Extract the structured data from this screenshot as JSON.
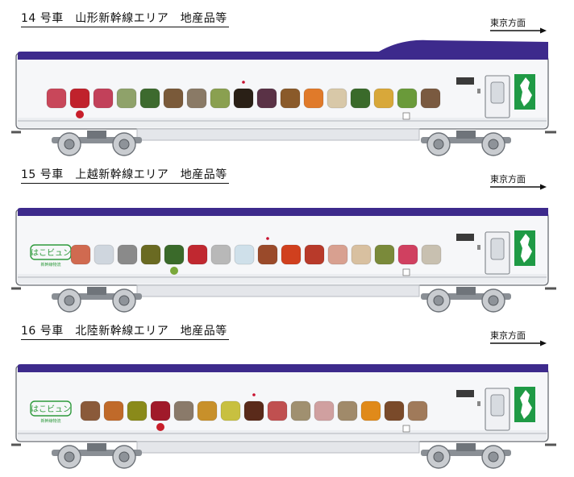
{
  "cars": [
    {
      "title": "14 号車　山形新幹線エリア　地産品等",
      "direction": "東京方面",
      "has_logo": false,
      "has_fruit": true,
      "tiles": [
        "#c8475a",
        "#c0222c",
        "#c2415a",
        "#8fa26a",
        "#3d6a2e",
        "#7a5a3a",
        "#8a7a66",
        "#8aa050",
        "#2a2016",
        "#5a3246",
        "#8a5a2a",
        "#e07a2a",
        "#d8c8a8",
        "#3a6a2a",
        "#d8a83a",
        "#6a9a3a",
        "#7a5a40"
      ]
    },
    {
      "title": "15 号車　上越新幹線エリア　地産品等",
      "direction": "東京方面",
      "has_logo": true,
      "logo_text": "はこビュン",
      "logo_sub": "新幹線物流",
      "has_fruit": true,
      "tiles": [
        "#d06a50",
        "#cfd6de",
        "#8a8a8a",
        "#6a6a22",
        "#3a6a2a",
        "#c02830",
        "#b8b8b8",
        "#cfe0ea",
        "#9a4a2a",
        "#d0401e",
        "#b83a2a",
        "#d8a090",
        "#d8c0a0",
        "#7a8a3a",
        "#d04060",
        "#c8c0b0"
      ]
    },
    {
      "title": "16 号車　北陸新幹線エリア　地産品等",
      "direction": "東京方面",
      "has_logo": true,
      "logo_text": "はこビュン",
      "logo_sub": "新幹線物流",
      "has_fruit": true,
      "tiles": [
        "#8a5a3a",
        "#c06a2a",
        "#8a8a1a",
        "#a01a2a",
        "#8a7a6a",
        "#c8902a",
        "#c8c040",
        "#5a2a1a",
        "#c05050",
        "#a09070",
        "#d0a0a0",
        "#a08a6a",
        "#e08a1a",
        "#7a4a2a",
        "#a07a5a"
      ]
    }
  ]
}
